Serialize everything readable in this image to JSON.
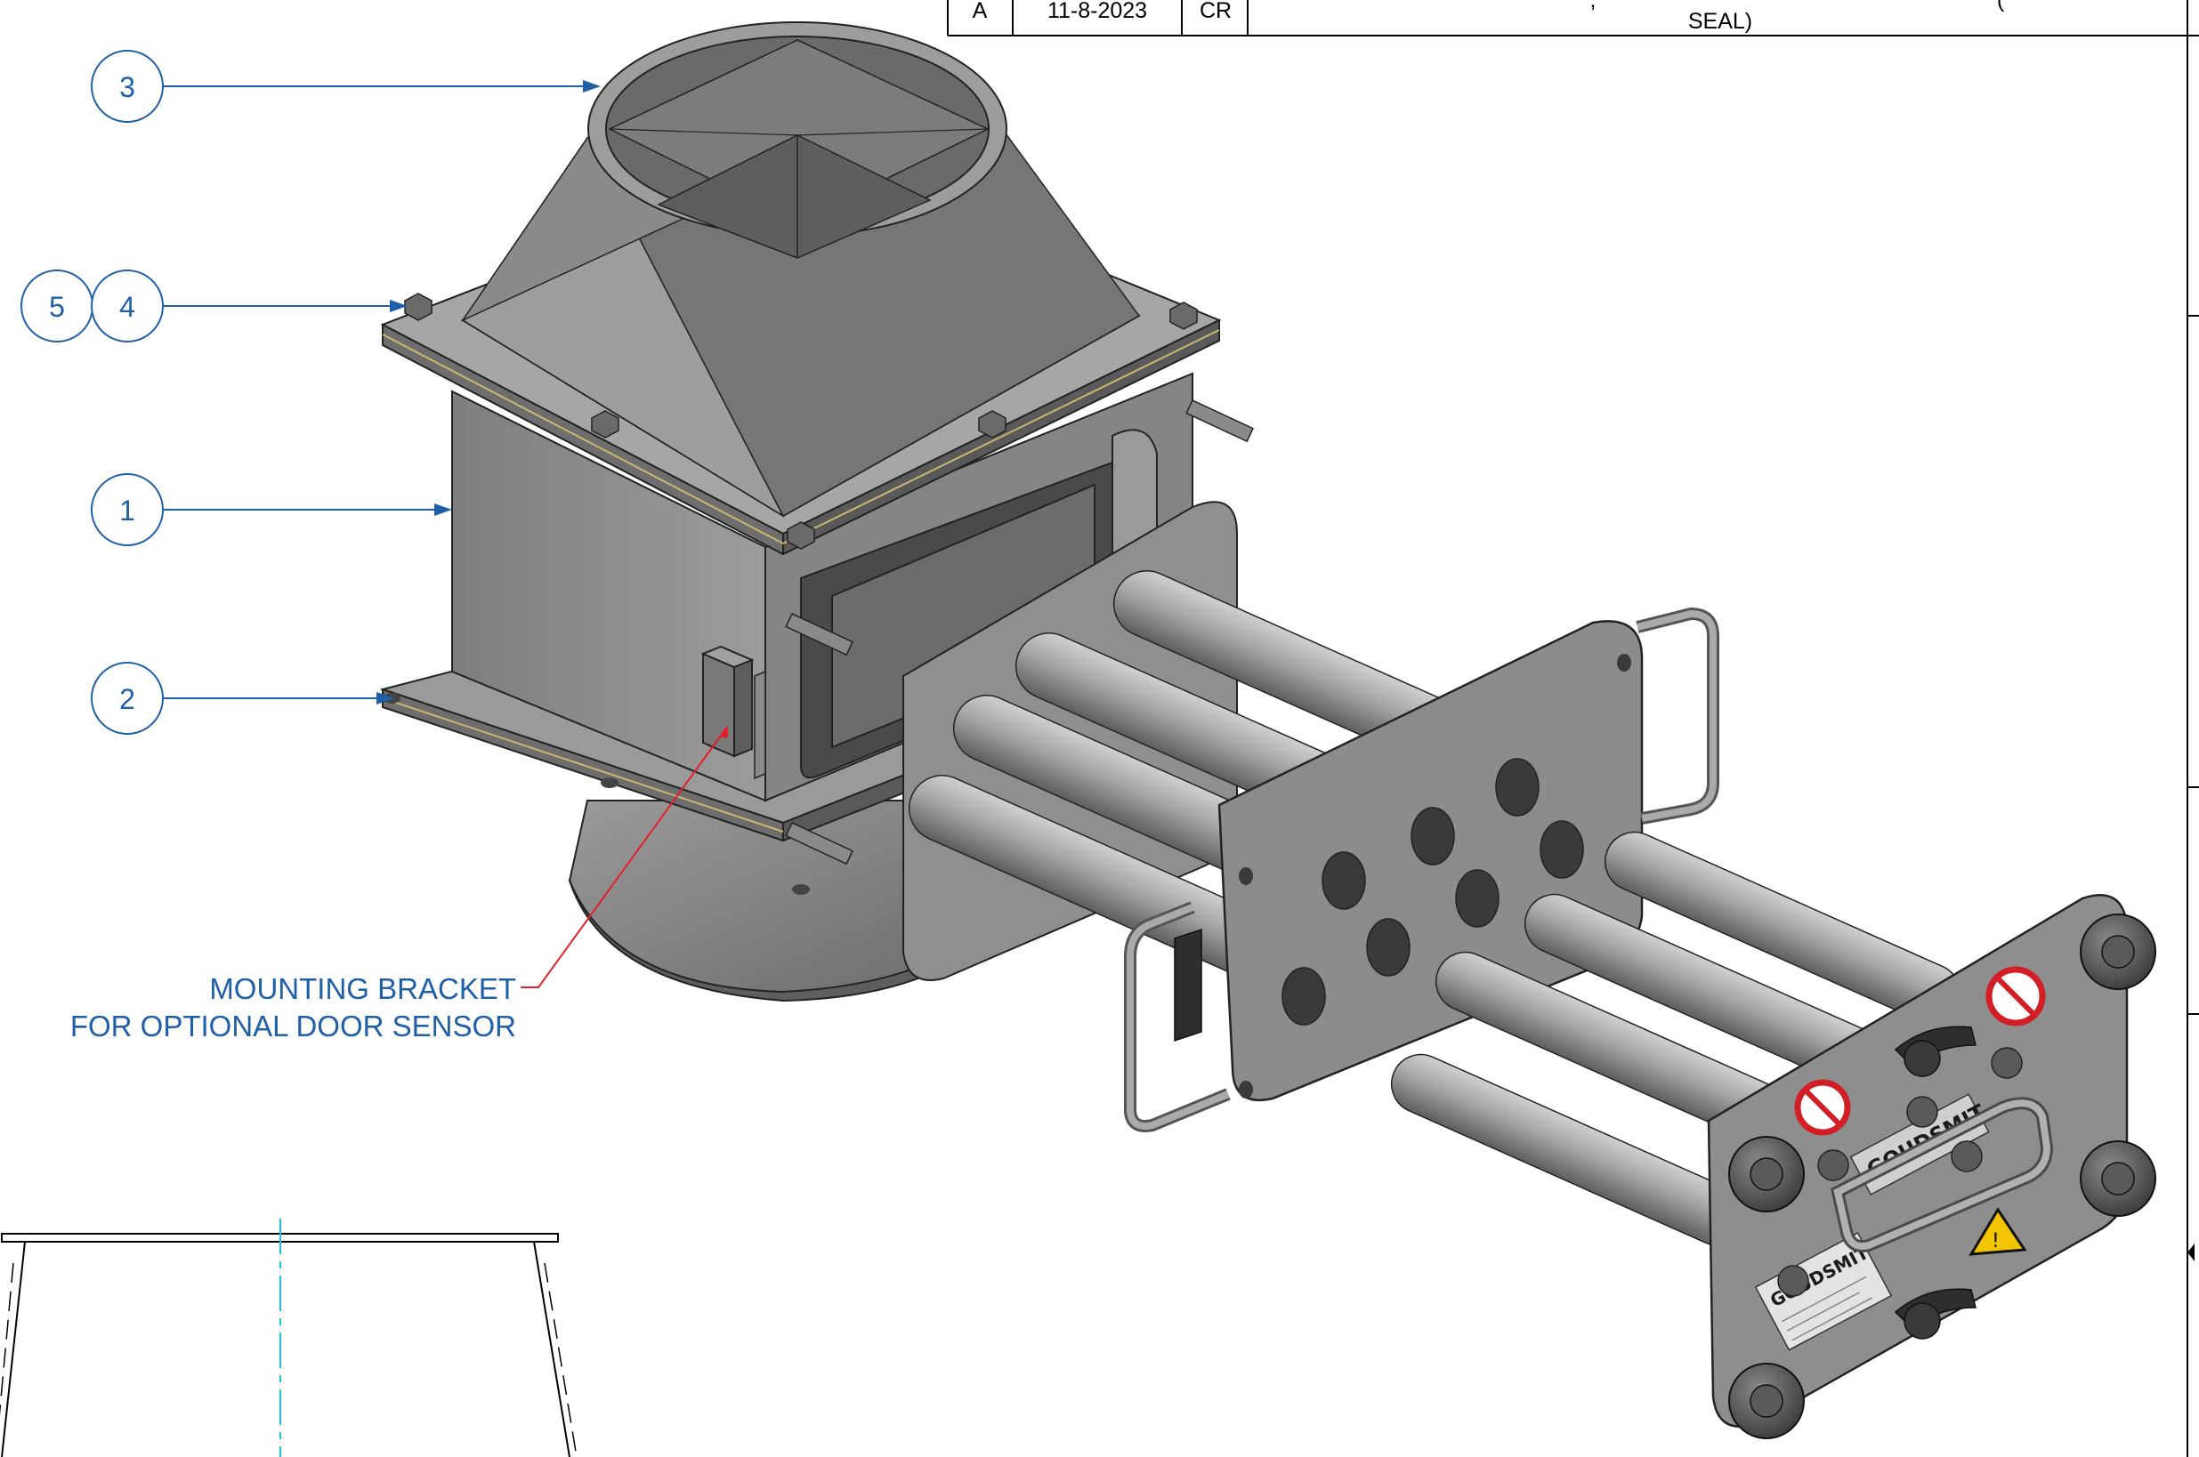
{
  "revision_table": {
    "rev": "A",
    "date": "11-8-2023",
    "by": "CR",
    "description_line1": ",",
    "description_line1_right": "(",
    "description_line2": "SEAL)"
  },
  "callouts": [
    {
      "id": "balloon-3",
      "label": "3"
    },
    {
      "id": "balloon-5",
      "label": "5"
    },
    {
      "id": "balloon-4",
      "label": "4"
    },
    {
      "id": "balloon-1",
      "label": "1"
    },
    {
      "id": "balloon-2",
      "label": "2"
    }
  ],
  "note": {
    "line1": "MOUNTING BRACKET",
    "line2": "FOR OPTIONAL DOOR SENSOR"
  },
  "branding": {
    "logo_front": "GOUDSMIT",
    "logo_plate": "GOUDSMIT"
  },
  "colors": {
    "callout": "#1f5fa8",
    "leader_red": "#e0202a",
    "centerline": "#20c0e0",
    "steel_light": "#a8a8a8",
    "steel_mid": "#8a8a8a",
    "steel_dark": "#5a5a5a",
    "warning_yellow": "#f2c500",
    "prohibit_red": "#d21f26"
  }
}
